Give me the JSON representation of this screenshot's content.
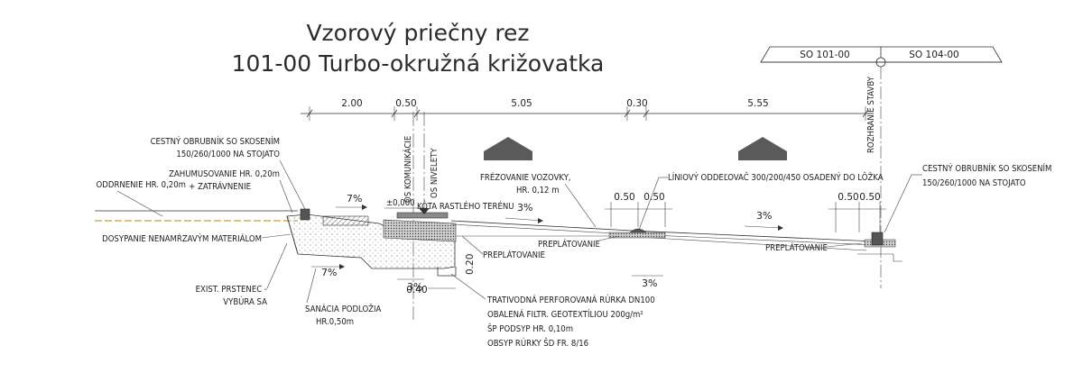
{
  "title": {
    "line1": "Vzorový priečny rez",
    "line2": "101-00 Turbo-okružná križovatka"
  },
  "header_boxes": {
    "left": "SO 101-00",
    "right": "SO 104-00"
  },
  "dimensions": [
    "2.00",
    "0.50",
    "5.05",
    "0.30",
    "5.55"
  ],
  "small_dimensions": {
    "ditch_width": "0.40",
    "ditch_depth": "0.20",
    "divider_left": "0.50",
    "divider_right": "0.50",
    "right_a": "0.50",
    "right_b": "0.50"
  },
  "slopes": {
    "left_top": "7%",
    "left_bottom": "7%",
    "road_1": "3%",
    "road_2": "3%",
    "sub_1": "3%",
    "sub_2": "3%"
  },
  "vertical_labels": {
    "axis_comm": "OS KOMUNIKÁCIE",
    "axis_level": "OS NIVELETY",
    "boundary": "ROZHRANIE STAVBY"
  },
  "zero_level": "±0,000",
  "labels": {
    "curb_left_1": "CESTNÝ OBRUBNÍK SO SKOSENÍM",
    "curb_left_2": "150/260/1000 NA STOJATO",
    "topsoil_1": "ZAHUMUSOVANIE HR. 0,20m",
    "topsoil_2": "+ ZATRÁVNENIE",
    "removal": "ODDRNENIE HR. 0,20m",
    "terrain": "KÓTA RASTLÉHO TERÉNU",
    "fill": "DOSYPANIE NENAMŔZAVÝM MATERIÁLOM",
    "milling_1": "FRÉZOVANIE VOZOVKY,",
    "milling_2": "HR. 0,12 m",
    "divider": "LÍNIOVÝ ODDEĽOVAČ 300/200/450 OSADENÝ DO LÔŽKA",
    "overlap_1": "PREPLÁTOVANIE",
    "overlap_2": "PREPLÁTOVANIE",
    "overlap_3": "PREPLÁTOVANIE",
    "curb_right_1": "CESTNÝ OBRUBNÍK SO SKOSENÍM",
    "curb_right_2": "150/260/1000 NA STOJATO",
    "ring_1": "EXIST. PRSTENEC -",
    "ring_2": "VYBÚRA SA",
    "subgrade_1": "SANÁCIA PODLOŽIA",
    "subgrade_2": "HR.0,50m",
    "drain_1": "TRATIVODNÁ PERFOROVANÁ RÚRKA DN100",
    "drain_2": "OBALENÁ FILTR. GEOTEXTÍLIOU 200g/m²",
    "drain_3": "ŠP PODSYP HR. 0,10m",
    "drain_4": "OBSYP RÚRKY ŠD FR. 8/16"
  },
  "colors": {
    "arrow_fill": "#5a5a5a",
    "ground_line": "#b8860b",
    "ink": "#333333"
  }
}
